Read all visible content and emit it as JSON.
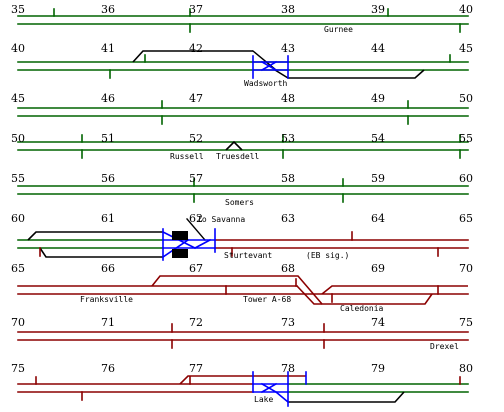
{
  "colors": {
    "green": "#006400",
    "red": "#8b0000",
    "black": "#000000",
    "blue": "#0000ff"
  },
  "rows": [
    {
      "mileposts": [
        "35",
        "36",
        "37",
        "38",
        "39",
        "40"
      ]
    },
    {
      "mileposts": [
        "40",
        "41",
        "42",
        "43",
        "44",
        "45"
      ]
    },
    {
      "mileposts": [
        "45",
        "46",
        "47",
        "48",
        "49",
        "50"
      ]
    },
    {
      "mileposts": [
        "50",
        "51",
        "52",
        "53",
        "54",
        "55"
      ]
    },
    {
      "mileposts": [
        "55",
        "56",
        "57",
        "58",
        "59",
        "60"
      ]
    },
    {
      "mileposts": [
        "60",
        "61",
        "62",
        "63",
        "64",
        "65"
      ]
    },
    {
      "mileposts": [
        "65",
        "66",
        "67",
        "68",
        "69",
        "70"
      ]
    },
    {
      "mileposts": [
        "70",
        "71",
        "72",
        "73",
        "74",
        "75"
      ]
    },
    {
      "mileposts": [
        "75",
        "76",
        "77",
        "78",
        "79",
        "80"
      ]
    }
  ],
  "labels": {
    "gurnee": "Gurnee",
    "wadsworth": "Wadsworth",
    "russell": "Russell",
    "truesdell": "Truesdell",
    "somers": "Somers",
    "to_savanna": "To Savanna",
    "sturtevant": "Sturtevant",
    "eb_sig": "(EB sig.)",
    "franksville": "Franksville",
    "tower_a68": "Tower A-68",
    "caledonia": "Caledonia",
    "drexel": "Drexel",
    "lake": "Lake"
  }
}
